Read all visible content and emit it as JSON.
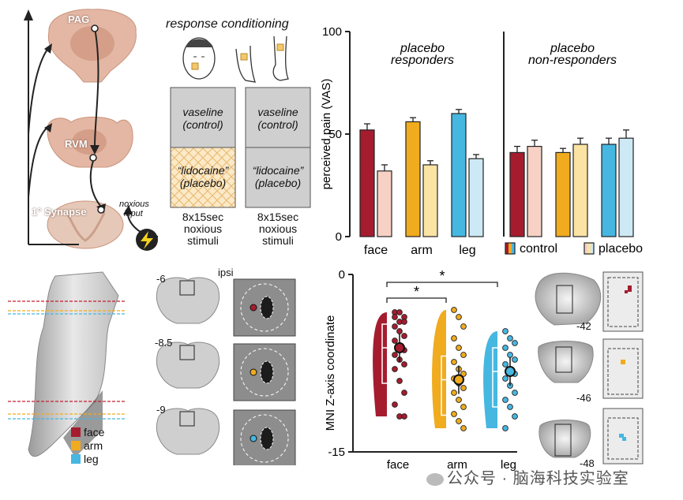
{
  "circuit": {
    "pag": "PAG",
    "rvm": "RVM",
    "synapse": "1° Synapse",
    "noxious_line1": "noxious",
    "noxious_line2": "input"
  },
  "conditioning": {
    "title": "response conditioning",
    "left_top1": "vaseline",
    "left_top2": "(control)",
    "left_bot1": "“lidocaine”",
    "left_bot2": "(placebo)",
    "right_top1": "vaseline",
    "right_top2": "(control)",
    "right_bot1": "“lidocaine”",
    "right_bot2": "(placebo)",
    "stim_left1": "8x15sec",
    "stim_left2": "noxious",
    "stim_left3": "stimuli",
    "stim_right1": "8x15sec",
    "stim_right2": "noxious",
    "stim_right3": "stimuli"
  },
  "chart_data": [
    {
      "type": "bar",
      "ylabel": "perceived pain (VAS)",
      "ylim": [
        0,
        100
      ],
      "yticks": [
        "0",
        "50",
        "100"
      ],
      "panels": [
        {
          "title_line1": "placebo",
          "title_line2": "responders",
          "categories": [
            "face",
            "arm",
            "leg"
          ],
          "series": [
            {
              "name": "control",
              "values": [
                52,
                56,
                60
              ],
              "errors": [
                3,
                2,
                2
              ]
            },
            {
              "name": "placebo",
              "values": [
                32,
                35,
                38
              ],
              "errors": [
                3,
                2,
                2
              ]
            }
          ]
        },
        {
          "title_line1": "placebo",
          "title_line2": "non-responders",
          "categories": [
            "face",
            "arm",
            "leg"
          ],
          "series": [
            {
              "name": "control",
              "values": [
                41,
                41,
                45
              ],
              "errors": [
                3,
                2,
                3
              ]
            },
            {
              "name": "placebo",
              "values": [
                44,
                45,
                48
              ],
              "errors": [
                3,
                3,
                4
              ]
            }
          ]
        }
      ],
      "legend": [
        "control",
        "placebo"
      ],
      "colors_control": [
        "#a51c2f",
        "#f0ab1e",
        "#46b7e1"
      ],
      "colors_placebo": [
        "#f7d2c4",
        "#fbe3a4",
        "#cde9f6"
      ]
    },
    {
      "type": "scatter",
      "ylabel": "MNI  Z-axis coordinate",
      "ylim": [
        -15,
        0
      ],
      "yticks": [
        "0",
        "-15"
      ],
      "categories": [
        "face",
        "arm",
        "leg"
      ],
      "means": [
        -6.2,
        -8.9,
        -8.2
      ],
      "significance": [
        {
          "between": [
            "face",
            "arm"
          ],
          "label": "*"
        },
        {
          "between": [
            "face",
            "leg"
          ],
          "label": "*"
        }
      ],
      "points": [
        [
          -3.2,
          -3.2,
          -3.6,
          -3.6,
          -4.0,
          -4.0,
          -4.4,
          -4.8,
          -5.2,
          -5.6,
          -6.0,
          -6.4,
          -6.8,
          -7.2,
          -7.6,
          -8.0,
          -9.0,
          -10.0,
          -11.0,
          -12.0,
          -12.0
        ],
        [
          -3.0,
          -3.6,
          -4.4,
          -5.4,
          -6.2,
          -6.8,
          -7.4,
          -8.0,
          -8.4,
          -8.8,
          -9.2,
          -9.6,
          -10.0,
          -10.6,
          -11.2,
          -11.8,
          -12.4,
          -13.0
        ],
        [
          -4.8,
          -5.4,
          -5.8,
          -6.2,
          -6.8,
          -7.2,
          -7.6,
          -8.0,
          -8.4,
          -8.8,
          -9.4,
          -10.0,
          -10.6,
          -11.2,
          -12.0,
          -13.0
        ]
      ],
      "colors": [
        "#a51c2f",
        "#f0ab1e",
        "#46b7e1"
      ]
    }
  ],
  "slices": {
    "ipsi": "ipsi",
    "levels": [
      "-6",
      "-8.5",
      "-9"
    ],
    "right_levels": [
      "-42",
      "-46",
      "-48"
    ]
  },
  "legend_lower": [
    "face",
    "arm",
    "leg"
  ],
  "watermark": "公众号 · 脑海科技实验室"
}
